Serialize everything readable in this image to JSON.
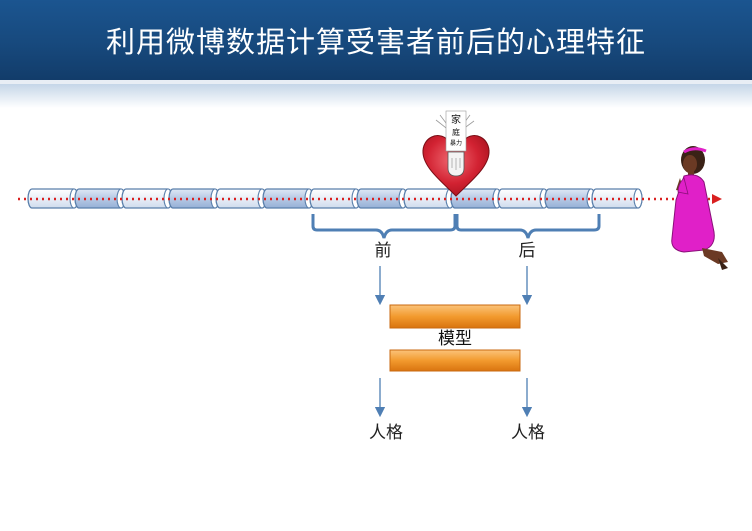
{
  "slide": {
    "title": "利用微博数据计算受害者前后的心理特征"
  },
  "timeline": {
    "segments": [
      {
        "shade": "light"
      },
      {
        "shade": "blue"
      },
      {
        "shade": "light"
      },
      {
        "shade": "blue"
      },
      {
        "shade": "light"
      },
      {
        "shade": "blue"
      },
      {
        "shade": "light"
      },
      {
        "shade": "blue"
      },
      {
        "shade": "light"
      },
      {
        "shade": "blue"
      },
      {
        "shade": "light"
      },
      {
        "shade": "blue"
      },
      {
        "shade": "light"
      }
    ],
    "before_label": "前",
    "after_label": "后"
  },
  "event": {
    "line1": "家",
    "line2": "庭",
    "line3": "暴力"
  },
  "model": {
    "label": "模型"
  },
  "outputs": {
    "left_label": "人格",
    "right_label": "人格"
  },
  "colors": {
    "title_bg": "#17497d",
    "cylinder_border": "#5a7fab",
    "cylinder_light": "#eef2f8",
    "cylinder_blue": "#b9cbe6",
    "timeline_dots": "#d92020",
    "bracket": "#4f7fb4",
    "model_bar": "#f08a1c",
    "heart": "#d4202e",
    "figure_dress": "#e020c8"
  }
}
